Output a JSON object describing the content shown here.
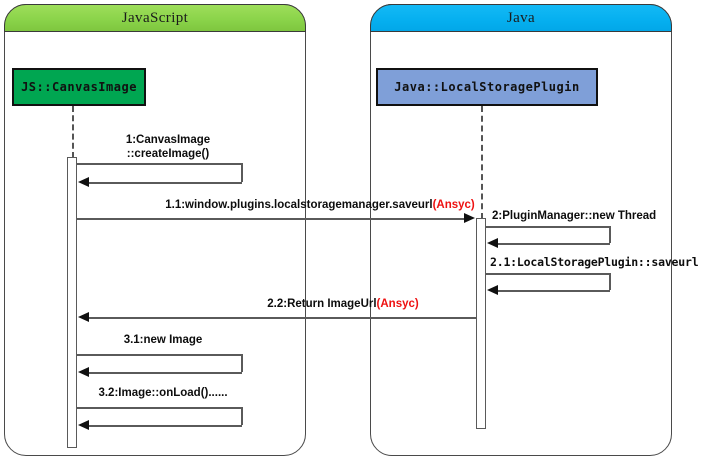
{
  "diagram": {
    "type": "uml-sequence-diagram",
    "title": "",
    "frames": [
      {
        "id": "js",
        "label": "JavaScript",
        "color": "#8bd44a"
      },
      {
        "id": "java",
        "label": "Java",
        "color": "#06b0f0"
      }
    ],
    "participants": [
      {
        "id": "js-canvasimage",
        "label": "JS::CanvasImage",
        "color": "#00a651",
        "frame": "js"
      },
      {
        "id": "java-lsplugin",
        "label": "Java::LocalStoragePlugin",
        "color": "#7f9fd8",
        "frame": "java"
      }
    ],
    "messages": [
      {
        "id": "m1",
        "number": "1",
        "text_line1": "1:CanvasImage",
        "text_line2": "::createImage()",
        "async_tag": "",
        "from": "js-canvasimage",
        "to": "js-canvasimage",
        "kind": "self-call"
      },
      {
        "id": "m11",
        "number": "1.1",
        "text_line1": "1.1:window.plugins.localstoragemanager.saveurl",
        "text_line2": "",
        "async_tag": "(Ansyc)",
        "from": "js-canvasimage",
        "to": "java-lsplugin",
        "kind": "call"
      },
      {
        "id": "m2",
        "number": "2",
        "text_line1": "2:PluginManager::new Thread",
        "text_line2": "",
        "async_tag": "",
        "from": "java-lsplugin",
        "to": "java-lsplugin",
        "kind": "self-call"
      },
      {
        "id": "m21",
        "number": "2.1",
        "text_line1": "2.1:LocalStoragePlugin::saveurl",
        "text_line2": "",
        "async_tag": "",
        "from": "java-lsplugin",
        "to": "java-lsplugin",
        "kind": "self-call"
      },
      {
        "id": "m22",
        "number": "2.2",
        "text_line1": "2.2:Return ImageUrl",
        "text_line2": "",
        "async_tag": "(Ansyc)",
        "from": "java-lsplugin",
        "to": "js-canvasimage",
        "kind": "return"
      },
      {
        "id": "m31",
        "number": "3.1",
        "text_line1": "3.1:new Image",
        "text_line2": "",
        "async_tag": "",
        "from": "js-canvasimage",
        "to": "js-canvasimage",
        "kind": "self-call"
      },
      {
        "id": "m32",
        "number": "3.2",
        "text_line1": "3.2:Image::onLoad()......",
        "text_line2": "",
        "async_tag": "",
        "from": "js-canvasimage",
        "to": "js-canvasimage",
        "kind": "self-call"
      }
    ],
    "colors": {
      "js_header": "#8bd44a",
      "java_header": "#06b0f0",
      "js_participant": "#00a651",
      "java_participant": "#7f9fd8",
      "async_text": "#ee1111",
      "line": "#5a5a5a",
      "frame_border": "#4a4a4a"
    }
  }
}
